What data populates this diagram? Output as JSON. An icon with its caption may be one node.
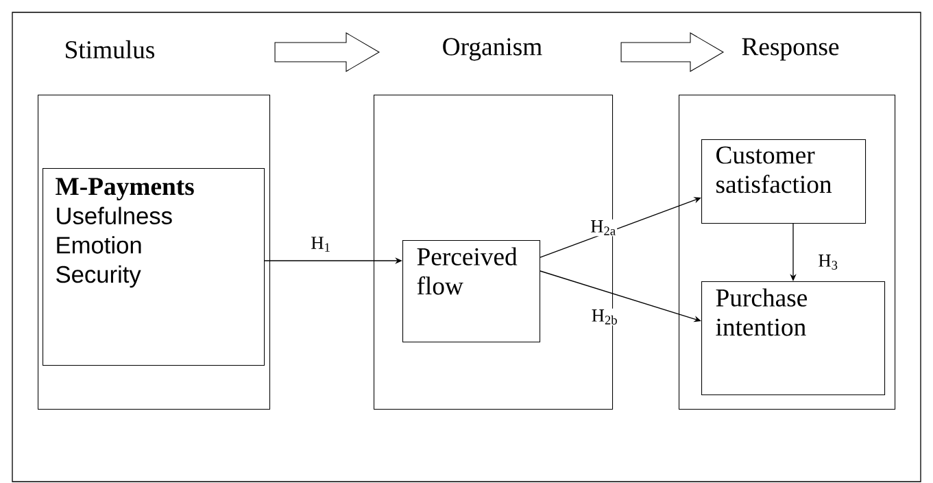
{
  "diagram": {
    "nodes": [
      {
        "text": [
          "Stimulus"
        ]
      },
      {
        "text": [
          "M-Payments",
          "Usefulness",
          "Emotion",
          "Security"
        ],
        "in": 0
      },
      {
        "text": [
          "Organism"
        ]
      },
      {
        "text": [
          "Perceived flow"
        ],
        "in": 2
      },
      {
        "text": [
          "Response"
        ]
      },
      {
        "text": [
          "Customer satisfaction"
        ],
        "in": 4
      },
      {
        "text": [
          "Purchase intention"
        ],
        "in": 4
      }
    ],
    "edges": [
      {
        "from": 0,
        "to": 2,
        "arrow": "to"
      },
      {
        "from": 2,
        "to": 4,
        "arrow": "to"
      },
      {
        "from": 1,
        "to": 3,
        "arrow": "to",
        "label": "H$_{1}$"
      },
      {
        "from": 3,
        "to": 5,
        "arrow": "to",
        "label": "H$_{2a}$"
      },
      {
        "from": 3,
        "to": 6,
        "arrow": "to",
        "label": "H$_{2b}$"
      },
      {
        "from": 5,
        "to": 6,
        "arrow": "to",
        "label": "H$_{3}$"
      }
    ]
  }
}
